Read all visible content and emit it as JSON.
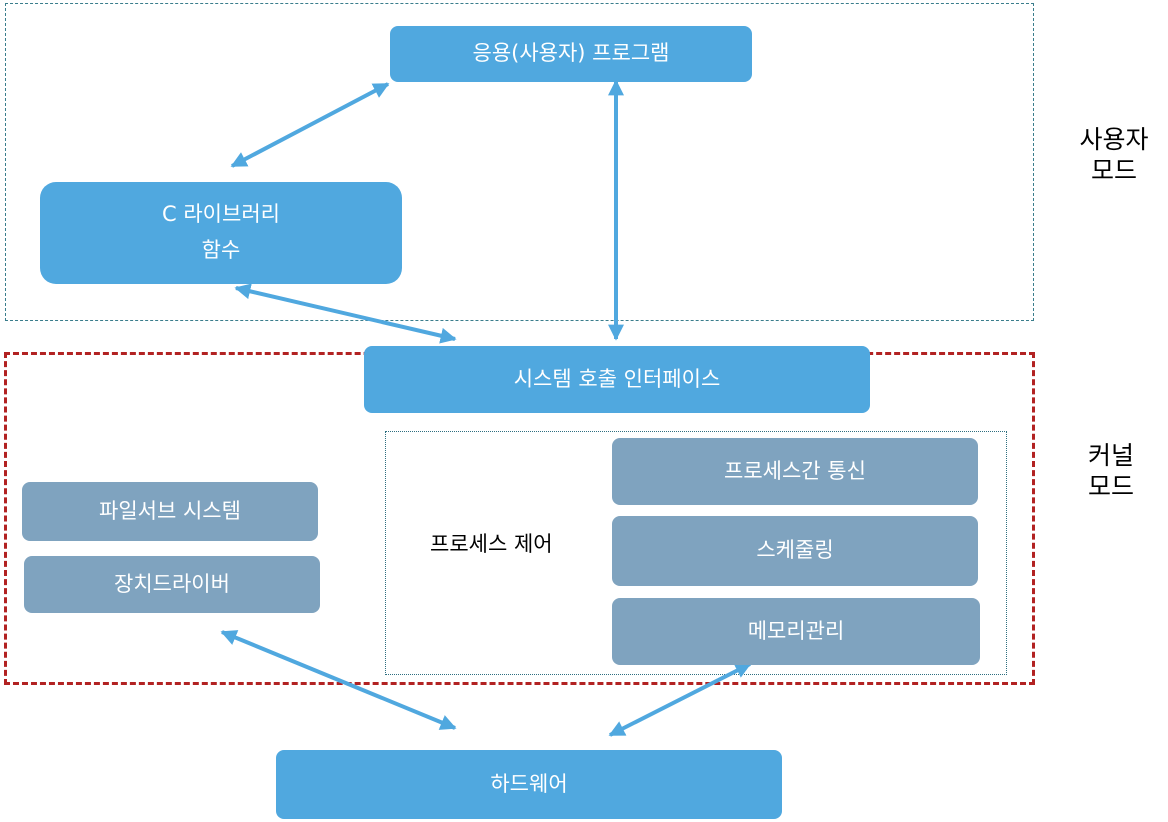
{
  "nodes": {
    "app_program": "응용(사용자) 프로그램",
    "c_library_line1": "C 라이브러리",
    "c_library_line2": "함수",
    "syscall_interface": "시스템 호출 인터페이스",
    "filesystem": "파일서브 시스템",
    "device_driver": "장치드라이버",
    "process_control": "프로세스 제어",
    "ipc": "프로세스간 통신",
    "scheduling": "스케줄링",
    "memory_mgmt": "메모리관리",
    "hardware": "하드웨어"
  },
  "modes": {
    "user_line1": "사용자",
    "user_line2": "모드",
    "kernel_line1": "커널",
    "kernel_line2": "모드"
  },
  "colors": {
    "node_blue": "#50a8df",
    "node_gray": "#7fa3bf",
    "arrow": "#50a8df",
    "kernel_border": "#b22222",
    "user_border": "#3a7d8c"
  }
}
